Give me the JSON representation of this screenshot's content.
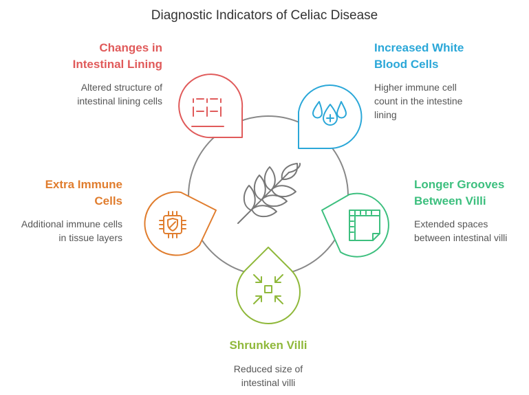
{
  "title": "Diagnostic Indicators of Celiac Disease",
  "colors": {
    "red": "#e05a5a",
    "blue": "#2aa7d8",
    "orange": "#e07d2e",
    "green": "#3cbf7e",
    "lime": "#8fb83a",
    "ring": "#888888",
    "center_icon": "#777777"
  },
  "center": {
    "icon": "wheat-icon"
  },
  "items": [
    {
      "id": "changes-in-intestinal-lining",
      "title": "Changes in\nIntestinal Lining",
      "description": "Altered structure of\nintestinal lining cells",
      "icon": "grid-lines-icon",
      "color": "#e05a5a"
    },
    {
      "id": "increased-white-blood-cells",
      "title": "Increased White\nBlood Cells",
      "description": "Higher immune cell\ncount in the intestine\nlining",
      "icon": "blood-drops-icon",
      "color": "#2aa7d8"
    },
    {
      "id": "extra-immune-cells",
      "title": "Extra Immune\nCells",
      "description": "Additional immune cells\nin tissue layers",
      "icon": "shield-chip-icon",
      "color": "#e07d2e"
    },
    {
      "id": "longer-grooves-between-villi",
      "title": "Longer Grooves\nBetween Villi",
      "description": "Extended spaces\nbetween intestinal villi",
      "icon": "ruler-sheet-icon",
      "color": "#3cbf7e"
    },
    {
      "id": "shrunken-villi",
      "title": "Shrunken Villi",
      "description": "Reduced size of\nintestinal villi",
      "icon": "shrink-arrows-icon",
      "color": "#8fb83a"
    }
  ]
}
